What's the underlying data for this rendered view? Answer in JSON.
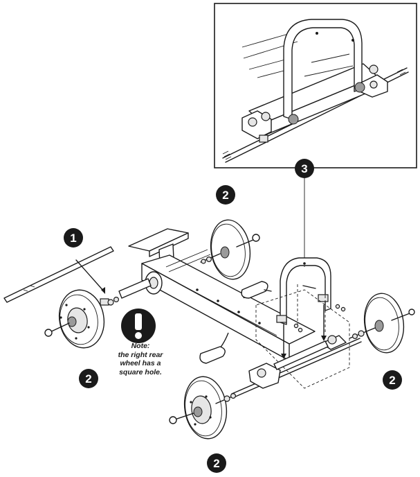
{
  "callouts": {
    "part1": "1",
    "part2_top": "2",
    "part2_left": "2",
    "part2_right": "2",
    "part2_bottom": "2",
    "part3": "3"
  },
  "note": {
    "title": "Note:",
    "line1": "the right rear",
    "line2": "wheel has a",
    "line3": "square hole."
  },
  "icons": {
    "warning": "exclamation-icon"
  },
  "colors": {
    "ink": "#1a1a1a",
    "paper": "#ffffff"
  }
}
